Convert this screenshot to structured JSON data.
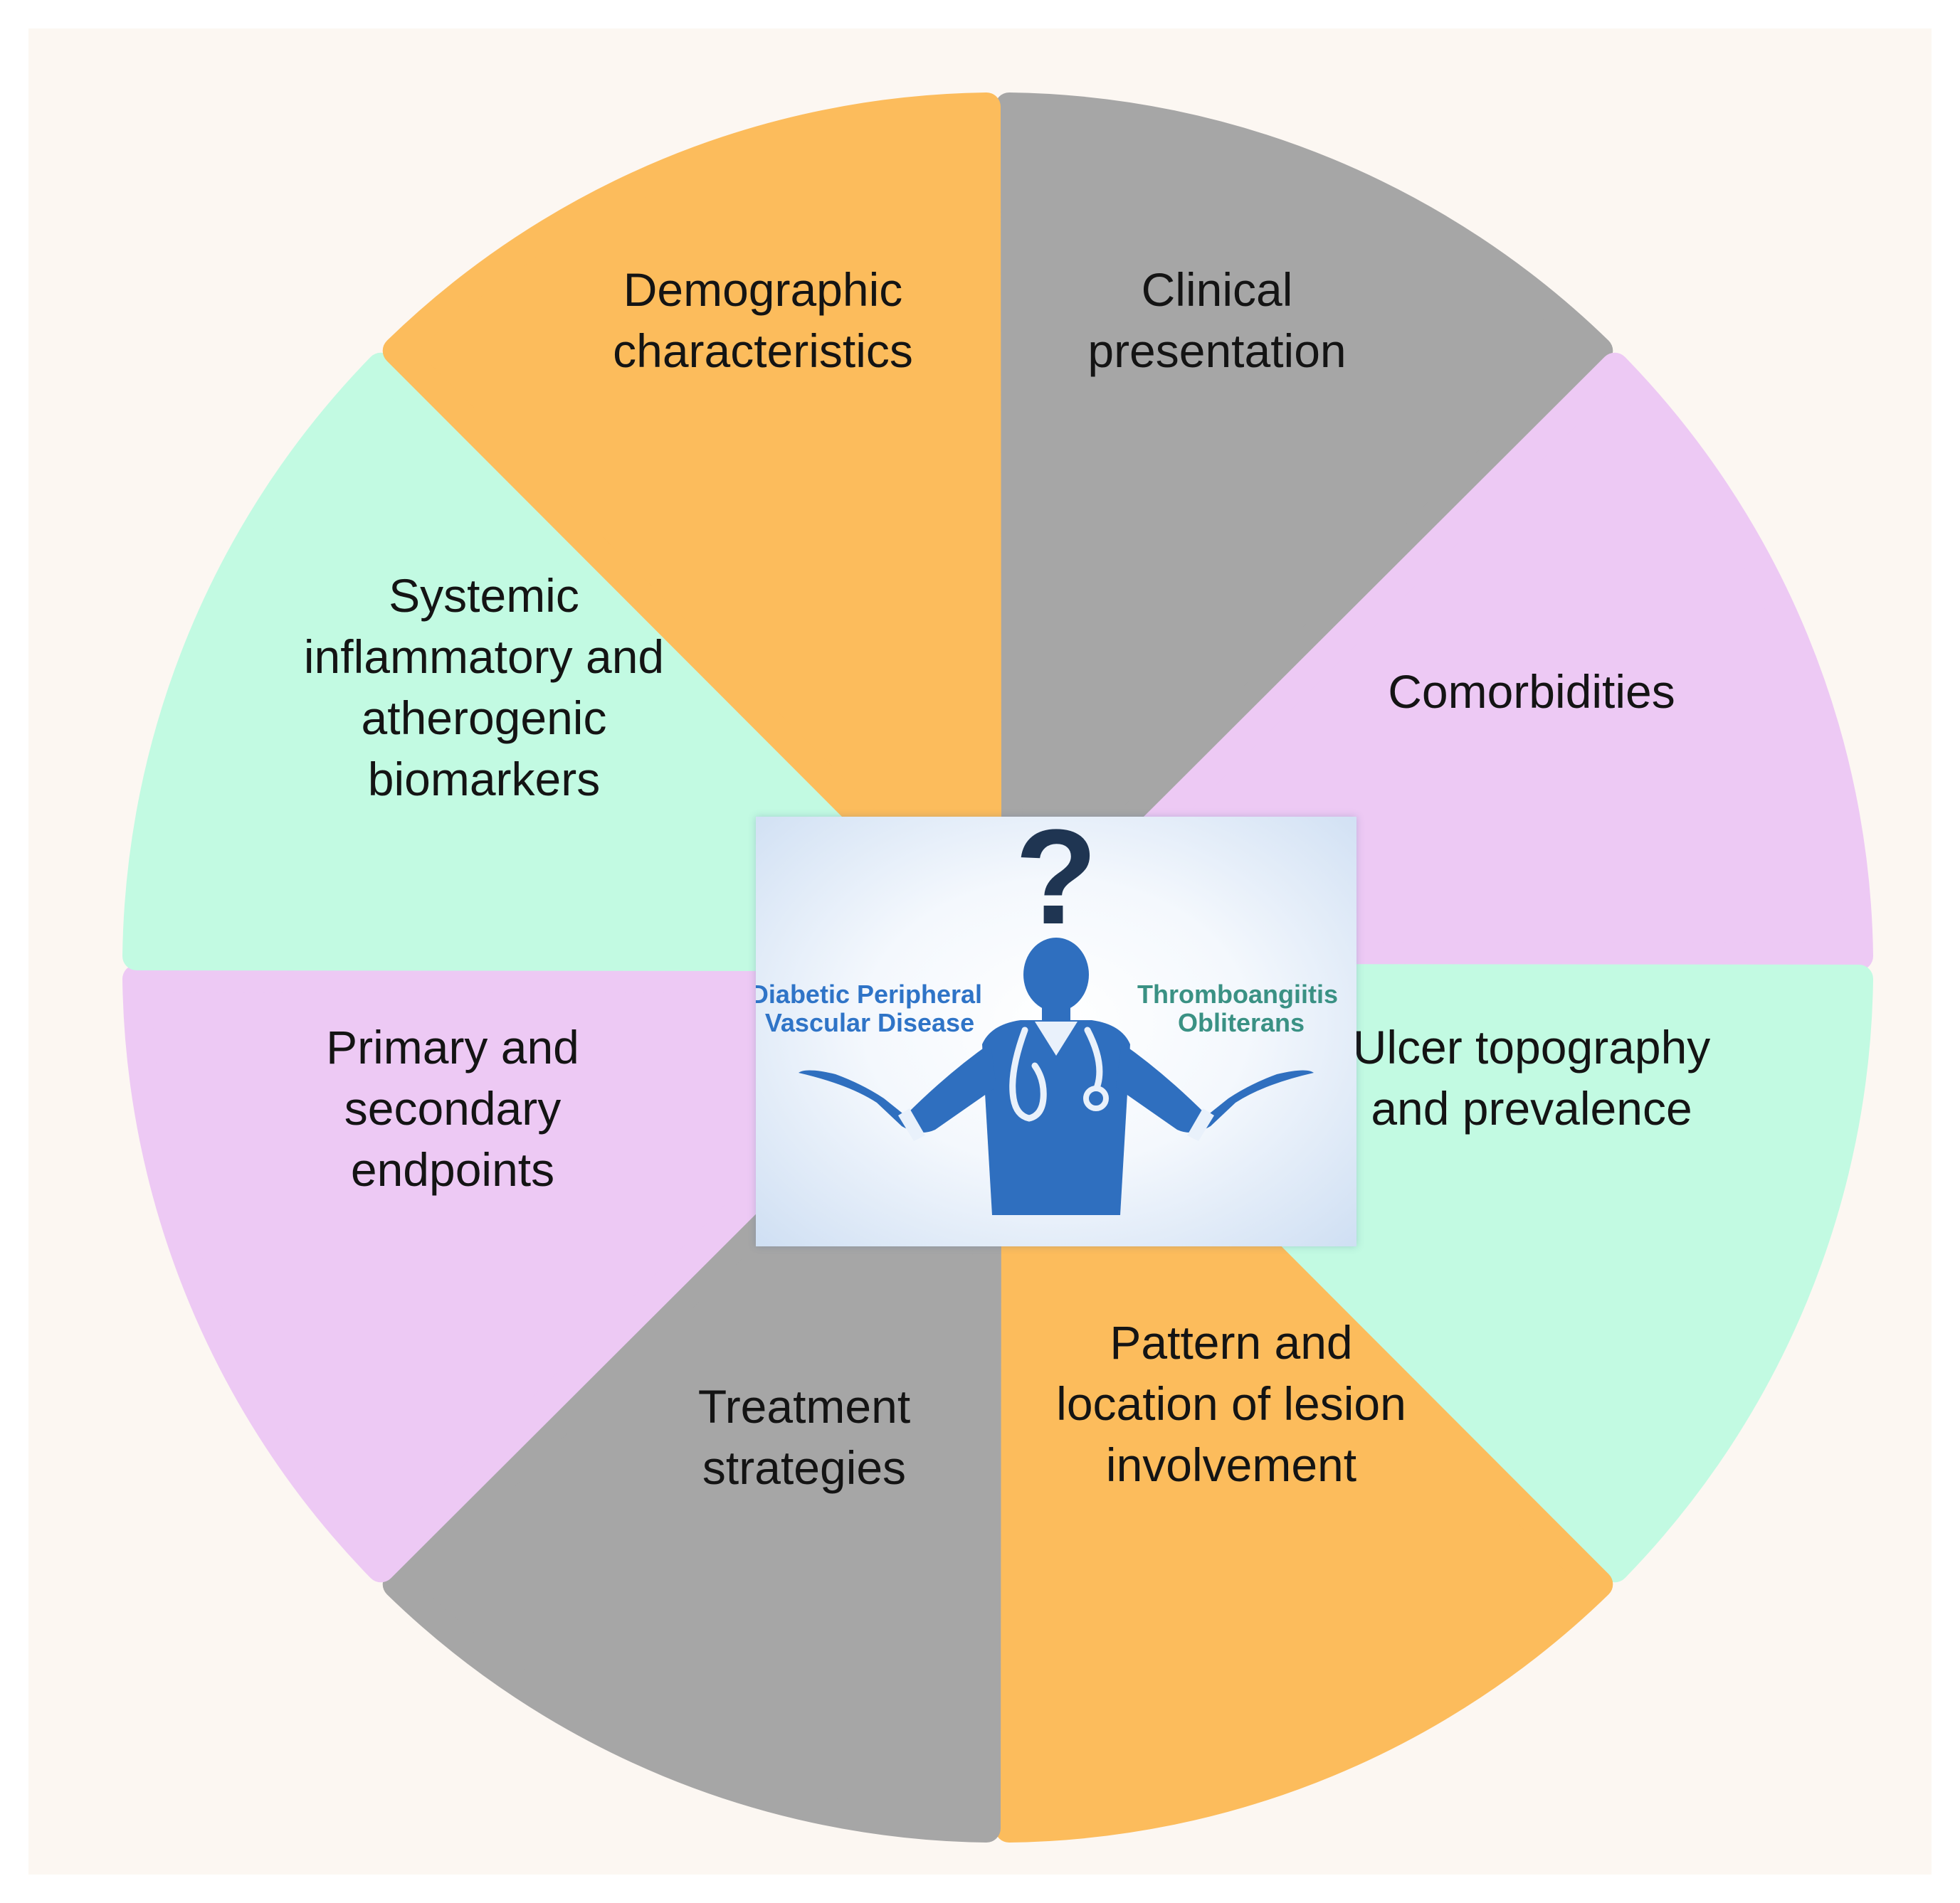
{
  "segments": [
    {
      "id": "demographic",
      "color": "#a6a6a6",
      "lines": [
        "Demographic",
        "characteristics"
      ]
    },
    {
      "id": "clinical",
      "color": "#edc9f4",
      "lines": [
        "Clinical",
        "presentation"
      ]
    },
    {
      "id": "comorbidities",
      "color": "#c2fae2",
      "lines": [
        "Comorbidities"
      ]
    },
    {
      "id": "ulcer",
      "color": "#fcbc5c",
      "lines": [
        "Ulcer topography",
        "and prevalence"
      ]
    },
    {
      "id": "pattern",
      "color": "#a6a6a6",
      "lines": [
        "Pattern and",
        "location of lesion",
        "involvement"
      ]
    },
    {
      "id": "treatment",
      "color": "#edc9f4",
      "lines": [
        "Treatment",
        "strategies"
      ]
    },
    {
      "id": "endpoints",
      "color": "#c2fae2",
      "lines": [
        "Primary and",
        "secondary",
        "endpoints"
      ]
    },
    {
      "id": "biomarkers",
      "color": "#fcbc5c",
      "lines": [
        "Systemic",
        "inflammatory and",
        "atherogenic",
        "biomarkers"
      ]
    }
  ],
  "center": {
    "question_mark": "?",
    "left_lines": [
      "Diabetic Peripheral",
      "Vascular Disease"
    ],
    "right_lines": [
      "Thromboangiitis",
      "Obliterans"
    ],
    "icon": "doctor-shrugging-icon",
    "figure_color": "#2f6fbf"
  }
}
